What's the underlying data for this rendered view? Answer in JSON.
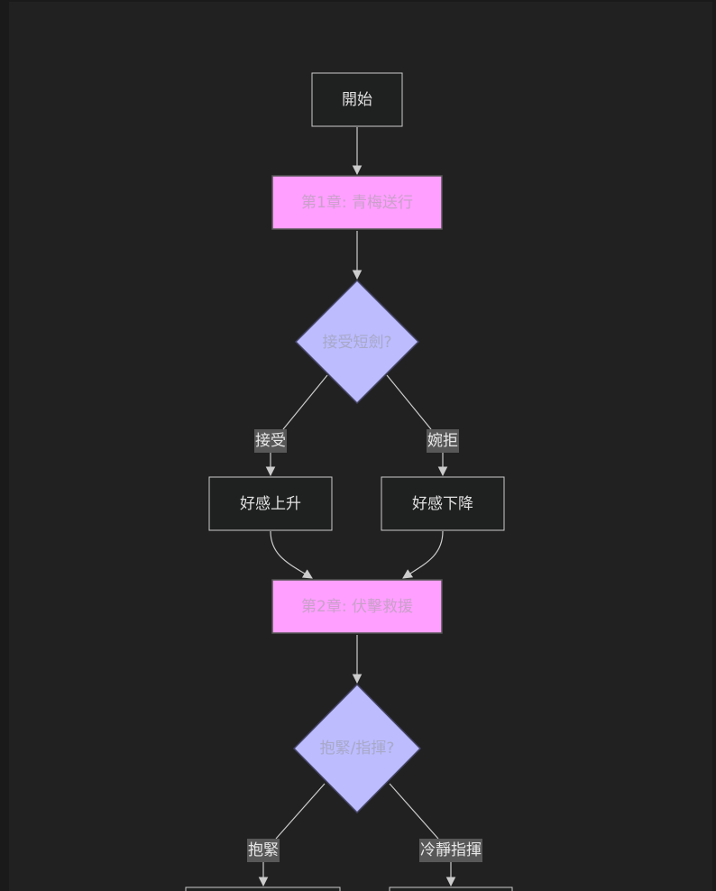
{
  "diagram": {
    "colors": {
      "background": "#212121",
      "page_frame": "#1a1a1a",
      "plain_fill": "#1f2020",
      "plain_stroke": "#cccccc",
      "plain_text": "#e0e0e0",
      "chapter_fill": "#ff9fff",
      "chapter_stroke": "#555555",
      "chapter_text": "#c9a0c9",
      "decision_fill": "#bcbcff",
      "decision_stroke": "#444466",
      "decision_text": "#a8a8c8",
      "edge": "#cccccc",
      "edge_label_bg": "#585858",
      "edge_label_text": "#e8e8e8"
    },
    "nodes": [
      {
        "id": "start",
        "label": "開始",
        "kind": "plain"
      },
      {
        "id": "ch1",
        "label": "第1章: 青梅送行",
        "kind": "chapter"
      },
      {
        "id": "q1",
        "label": "接受短劍?",
        "kind": "decision"
      },
      {
        "id": "up",
        "label": "好感上升",
        "kind": "plain"
      },
      {
        "id": "down",
        "label": "好感下降",
        "kind": "plain"
      },
      {
        "id": "ch2",
        "label": "第2章: 伏擊救援",
        "kind": "chapter"
      },
      {
        "id": "q2",
        "label": "抱緊/指揮?",
        "kind": "decision"
      },
      {
        "id": "hug",
        "label": "",
        "kind": "plain"
      },
      {
        "id": "calm",
        "label": "",
        "kind": "plain"
      }
    ],
    "edge_labels": [
      {
        "id": "accept",
        "label": "接受"
      },
      {
        "id": "decline",
        "label": "婉拒"
      },
      {
        "id": "hold",
        "label": "抱緊"
      },
      {
        "id": "command",
        "label": "冷靜指揮"
      }
    ]
  }
}
